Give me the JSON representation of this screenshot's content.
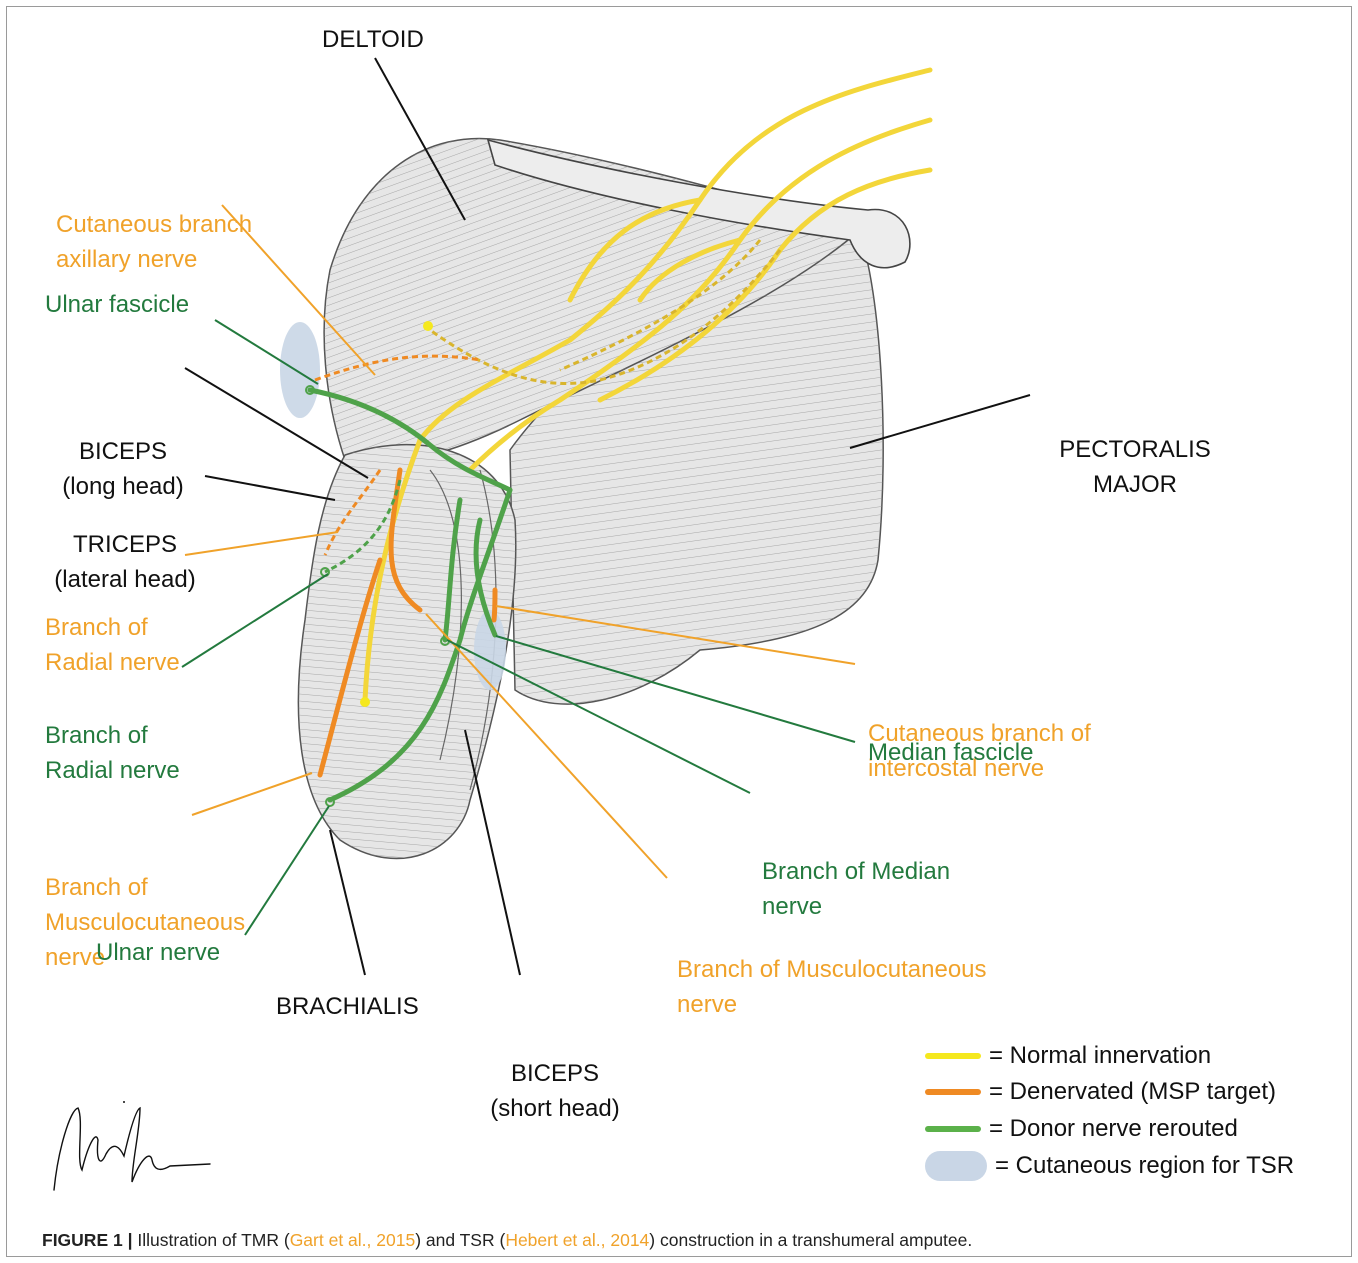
{
  "labels": {
    "deltoid": "DELTOID",
    "cutaneous_axillary": [
      "Cutaneous branch",
      "axillary nerve"
    ],
    "ulnar_fascicle": "Ulnar fascicle",
    "biceps_long": [
      "BICEPS",
      "(long head)"
    ],
    "triceps_lateral": [
      "TRICEPS",
      "(lateral head)"
    ],
    "branch_radial_orange": [
      "Branch of",
      "Radial nerve"
    ],
    "branch_radial_green": [
      "Branch of",
      "Radial nerve"
    ],
    "branch_musculo_left": [
      "Branch of",
      "Musculocutaneous",
      "nerve"
    ],
    "ulnar_nerve": "Ulnar nerve",
    "brachialis": "BRACHIALIS",
    "biceps_short": [
      "BICEPS",
      "(short head)"
    ],
    "pectoralis": [
      "PECTORALIS",
      "MAJOR"
    ],
    "cutaneous_intercostal": [
      "Cutaneous branch of",
      "intercostal nerve"
    ],
    "median_fascicle": "Median fascicle",
    "branch_median": [
      "Branch of Median",
      "nerve"
    ],
    "branch_musculo_right": [
      "Branch of Musculocutaneous",
      "nerve"
    ]
  },
  "legend": [
    {
      "text": "= Normal innervation",
      "color": "#f5e81e",
      "kind": "line",
      "icon": "yellow-line-swatch"
    },
    {
      "text": "= Denervated (MSP target)",
      "color": "#ef8a23",
      "kind": "line",
      "icon": "orange-line-swatch"
    },
    {
      "text": "= Donor nerve rerouted",
      "color": "#5bb14a",
      "kind": "line",
      "icon": "green-line-swatch"
    },
    {
      "text": "= Cutaneous region for TSR",
      "color": "#c9d6e6",
      "kind": "blob",
      "icon": "blue-region-swatch"
    }
  ],
  "caption": {
    "figure": "FIGURE 1 |",
    "part1": " Illustration of TMR (",
    "cite1": "Gart et al., 2015",
    "part2": ") and TSR (",
    "cite2": "Hebert et al., 2014",
    "part3": ") construction in a transhumeral amputee."
  },
  "colors": {
    "yellow": "#f3d63a",
    "orange": "#ef8a23",
    "green": "#4fa24a",
    "label_orange": "#f0a22a",
    "label_green": "#237a3e",
    "tsr_region": "#c9d6e6"
  }
}
